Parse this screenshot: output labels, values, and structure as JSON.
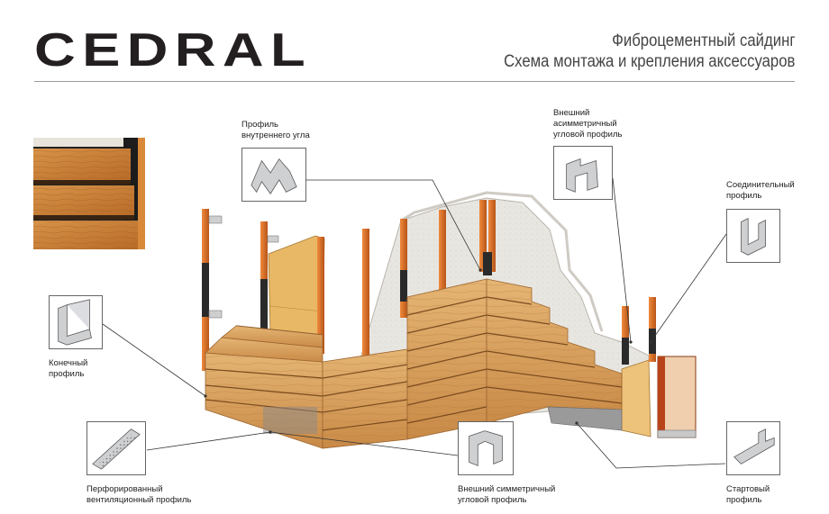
{
  "brand": {
    "logo_text": "CEDRAL"
  },
  "header": {
    "title_line1": "Фиброцементный сайдинг",
    "title_line2": "Схема монтажа и крепления аксессуаров"
  },
  "callouts": {
    "inner_corner": {
      "line1": "Профиль",
      "line2": "внутреннего угла"
    },
    "asym_corner": {
      "line1": "Внешний",
      "line2": "асимметричный",
      "line3": "угловой профиль"
    },
    "joint": {
      "line1": "Соединительный",
      "line2": "профиль"
    },
    "end": {
      "line1": "Конечный",
      "line2": "профиль"
    },
    "perforated": {
      "line1": "Перфорированный",
      "line2": "вентиляционный профиль"
    },
    "sym_corner": {
      "line1": "Внешний симметричный",
      "line2": "угловой профиль"
    },
    "starter": {
      "line1": "Стартовый",
      "line2": "профиль"
    }
  },
  "colors": {
    "accent_wood": "#d9a25f",
    "batten": "#d8702c",
    "concrete": "#e6e4df",
    "brand_dark": "#231f20"
  }
}
